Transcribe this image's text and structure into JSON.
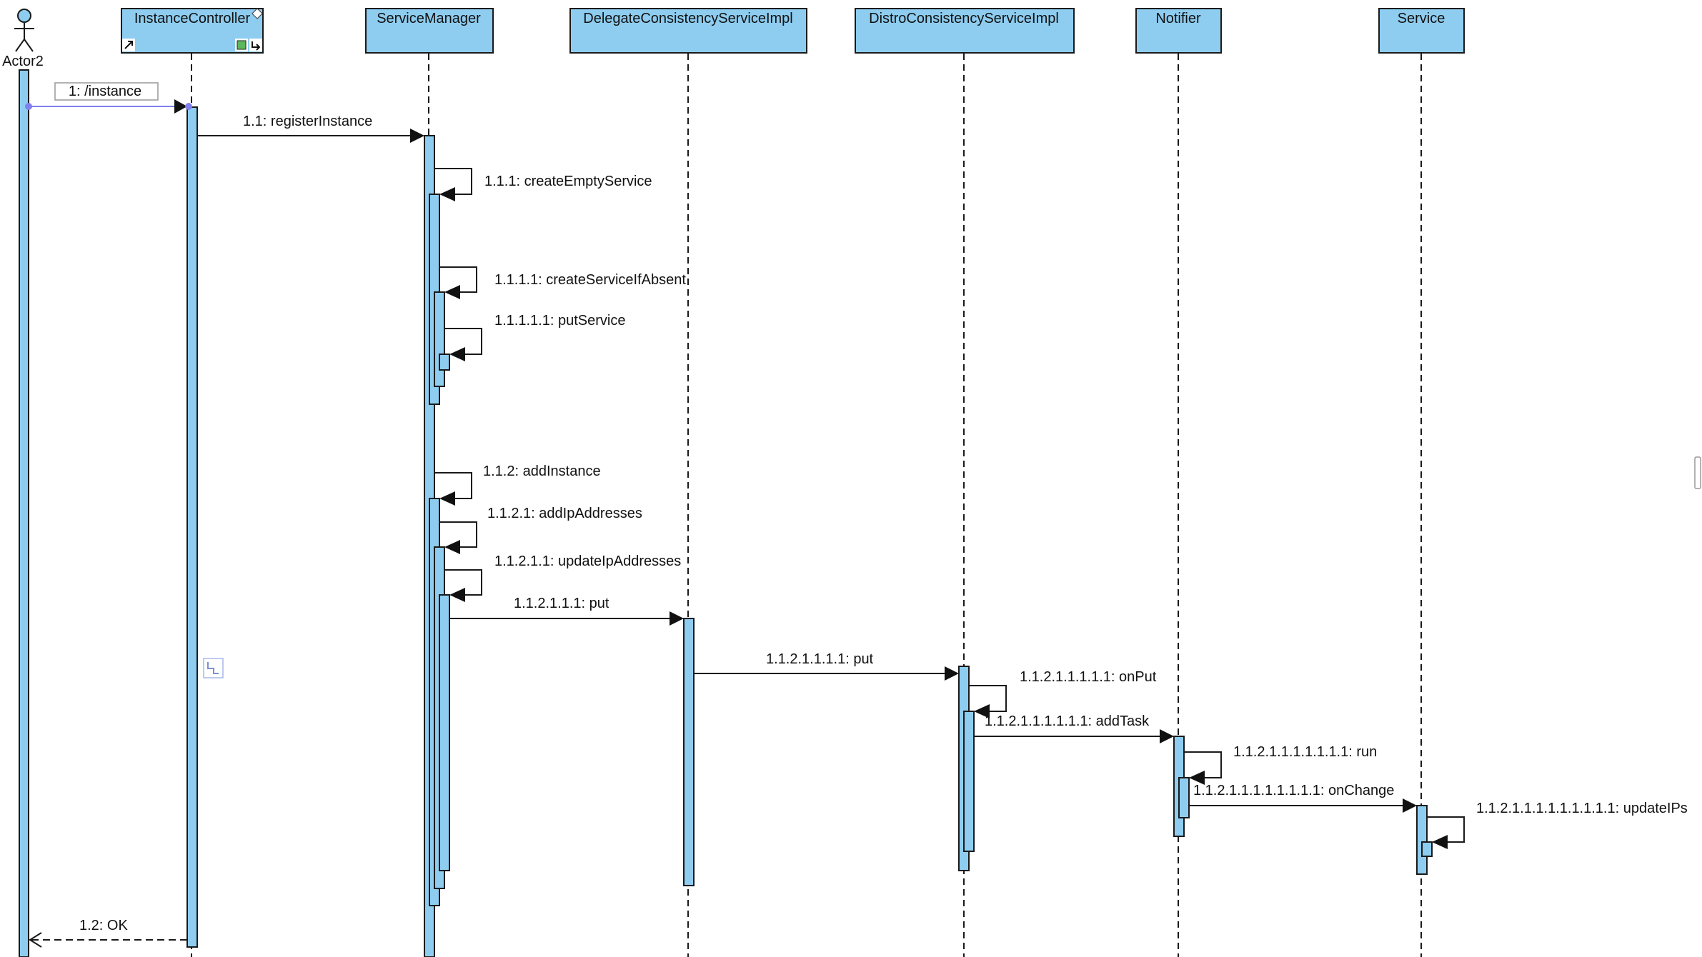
{
  "actor": {
    "name": "Actor2"
  },
  "participants": [
    {
      "id": "ic",
      "name": "InstanceController"
    },
    {
      "id": "sm",
      "name": "ServiceManager"
    },
    {
      "id": "dcs",
      "name": "DelegateConsistencyServiceImpl"
    },
    {
      "id": "distro",
      "name": "DistroConsistencyServiceImpl"
    },
    {
      "id": "notifier",
      "name": "Notifier"
    },
    {
      "id": "service",
      "name": "Service"
    }
  ],
  "messages": [
    {
      "seq": "1",
      "label": "1: /instance",
      "from": "actor",
      "to": "ic",
      "type": "sync"
    },
    {
      "seq": "1.1",
      "label": "1.1: registerInstance",
      "from": "ic",
      "to": "sm",
      "type": "sync"
    },
    {
      "seq": "1.1.1",
      "label": "1.1.1: createEmptyService",
      "from": "sm",
      "to": "sm",
      "type": "self"
    },
    {
      "seq": "1.1.1.1",
      "label": "1.1.1.1: createServiceIfAbsent",
      "from": "sm",
      "to": "sm",
      "type": "self"
    },
    {
      "seq": "1.1.1.1.1",
      "label": "1.1.1.1.1: putService",
      "from": "sm",
      "to": "sm",
      "type": "self"
    },
    {
      "seq": "1.1.2",
      "label": "1.1.2: addInstance",
      "from": "sm",
      "to": "sm",
      "type": "self"
    },
    {
      "seq": "1.1.2.1",
      "label": "1.1.2.1: addIpAddresses",
      "from": "sm",
      "to": "sm",
      "type": "self"
    },
    {
      "seq": "1.1.2.1.1",
      "label": "1.1.2.1.1: updateIpAddresses",
      "from": "sm",
      "to": "sm",
      "type": "self"
    },
    {
      "seq": "1.1.2.1.1.1",
      "label": "1.1.2.1.1.1: put",
      "from": "sm",
      "to": "dcs",
      "type": "sync"
    },
    {
      "seq": "1.1.2.1.1.1.1",
      "label": "1.1.2.1.1.1.1: put",
      "from": "dcs",
      "to": "distro",
      "type": "sync"
    },
    {
      "seq": "1.1.2.1.1.1.1.1",
      "label": "1.1.2.1.1.1.1.1: onPut",
      "from": "distro",
      "to": "distro",
      "type": "self"
    },
    {
      "seq": "1.1.2.1.1.1.1.1.1",
      "label": "1.1.2.1.1.1.1.1.1: addTask",
      "from": "distro",
      "to": "notifier",
      "type": "sync"
    },
    {
      "seq": "1.1.2.1.1.1.1.1.1.1",
      "label": "1.1.2.1.1.1.1.1.1.1: run",
      "from": "notifier",
      "to": "notifier",
      "type": "self"
    },
    {
      "seq": "1.1.2.1.1.1.1.1.1.1.1",
      "label": "1.1.2.1.1.1.1.1.1.1.1: onChange",
      "from": "notifier",
      "to": "service",
      "type": "sync"
    },
    {
      "seq": "1.1.2.1.1.1.1.1.1.1.1.1",
      "label": "1.1.2.1.1.1.1.1.1.1.1.1: updateIPs",
      "from": "service",
      "to": "service",
      "type": "self"
    },
    {
      "seq": "1.2",
      "label": "1.2: OK",
      "from": "ic",
      "to": "actor",
      "type": "return"
    }
  ],
  "colors": {
    "participant_fill": "#8ECDF0",
    "activation_fill": "#8ECDF0",
    "line": "#1a1a1a",
    "selected_message": "#8080ee",
    "label_box_border": "#999999"
  }
}
